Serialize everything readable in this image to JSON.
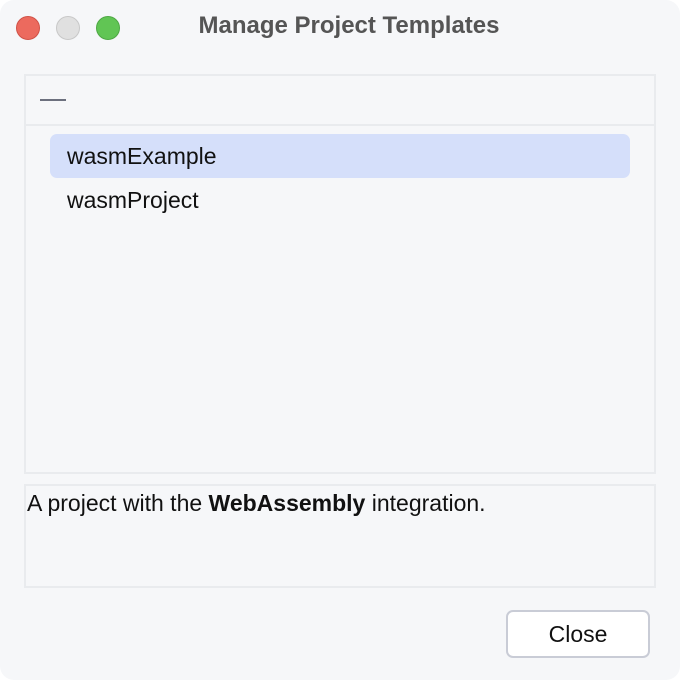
{
  "window": {
    "title": "Manage Project Templates",
    "traffic_lights": {
      "close": "#ec6a5e",
      "minimize": "#e0e0e0",
      "maximize": "#61c554"
    }
  },
  "toolbar": {
    "remove_icon": "minus-icon"
  },
  "templates": {
    "items": [
      {
        "label": "wasmExample",
        "selected": true
      },
      {
        "label": "wasmProject",
        "selected": false
      }
    ]
  },
  "description": {
    "prefix": "A project with the ",
    "bold": "WebAssembly",
    "suffix": " integration."
  },
  "footer": {
    "close_label": "Close"
  },
  "colors": {
    "selection": "#d5dffa",
    "background": "#f6f7f9",
    "border": "#e9ebee"
  }
}
